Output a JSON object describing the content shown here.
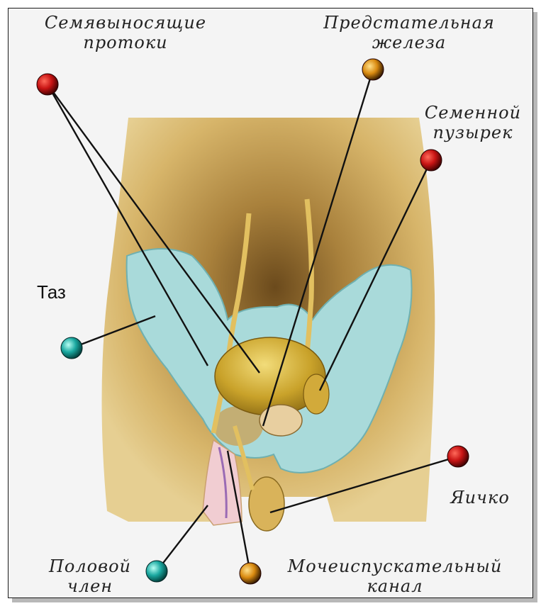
{
  "labels": {
    "vas_deferens": {
      "line1": "Семявыносящие",
      "line2": "протоки"
    },
    "prostate": {
      "line1": "Предстательная",
      "line2": "железа"
    },
    "seminal_vesicle": {
      "line1": "Семенной",
      "line2": "пузырек"
    },
    "pelvis": "Таз",
    "testicle": "Яичко",
    "penis": {
      "line1": "Половой",
      "line2": "член"
    },
    "urethra": {
      "line1": "Мочеиспускательный",
      "line2": "канал"
    }
  },
  "colors": {
    "marker_red": "#c81414",
    "marker_cyan": "#1aa8a0",
    "marker_orange": "#d98a10",
    "bone": "#a9dada",
    "body": "#d9b468",
    "organ": "#c9a020"
  }
}
